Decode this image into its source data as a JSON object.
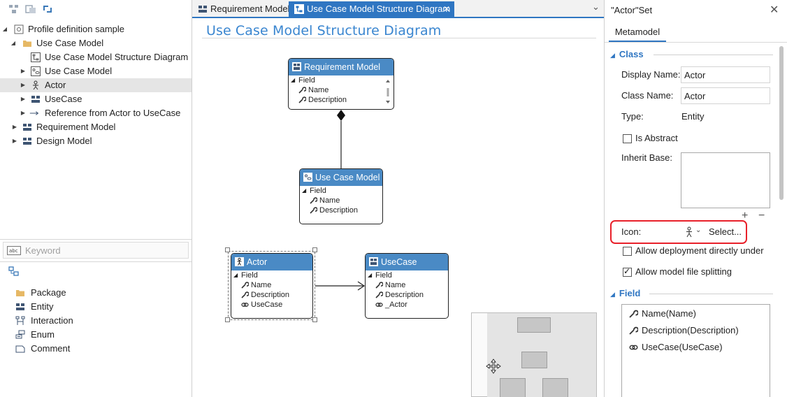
{
  "left_toolbar": {
    "icons": [
      "tree-view-icon",
      "diagram-icon",
      "sync-icon"
    ]
  },
  "model_tree": {
    "items": [
      {
        "label": "Profile definition sample",
        "icon": "profile-icon",
        "expanded": true
      },
      {
        "label": "Use Case Model",
        "icon": "folder-icon",
        "expanded": true
      },
      {
        "label": "Use Case Model Structure Diagram",
        "icon": "diagram-icon"
      },
      {
        "label": "Use Case Model",
        "icon": "usecase-model-icon",
        "expanded": false
      },
      {
        "label": "Actor",
        "icon": "actor-icon",
        "expanded": false,
        "selected": true
      },
      {
        "label": "UseCase",
        "icon": "entity-icon",
        "expanded": false
      },
      {
        "label": "Reference from Actor to UseCase",
        "icon": "reference-arrow-icon",
        "expanded": false
      },
      {
        "label": "Requirement Model",
        "icon": "entity-icon",
        "expanded": false
      },
      {
        "label": "Design Model",
        "icon": "entity-icon",
        "expanded": false
      }
    ]
  },
  "keyword_search": {
    "placeholder": "Keyword"
  },
  "palette": {
    "items": [
      {
        "label": "Package",
        "icon": "package-icon"
      },
      {
        "label": "Entity",
        "icon": "entity-icon"
      },
      {
        "label": "Interaction",
        "icon": "interaction-icon"
      },
      {
        "label": "Enum",
        "icon": "enum-icon"
      },
      {
        "label": "Comment",
        "icon": "comment-icon"
      }
    ]
  },
  "editor": {
    "tabs": [
      {
        "label": "Requirement Model",
        "active": false
      },
      {
        "label": "Use Case Model Structure Diagram",
        "active": true
      }
    ],
    "close_glyph": "✕",
    "dropdown_glyph": "⌄",
    "diagram_title": "Use Case Model Structure Diagram"
  },
  "diagram": {
    "nodes": {
      "requirement_model": {
        "title": "Requirement Model",
        "section": "Field",
        "fields": [
          "Name",
          "Description"
        ]
      },
      "use_case_model": {
        "title": "Use Case Model",
        "section": "Field",
        "fields": [
          "Name",
          "Description"
        ]
      },
      "actor": {
        "title": "Actor",
        "section": "Field",
        "fields": [
          "Name",
          "Description",
          "UseCase"
        ]
      },
      "usecase": {
        "title": "UseCase",
        "section": "Field",
        "fields": [
          "Name",
          "Description",
          "_Actor"
        ]
      }
    }
  },
  "properties": {
    "title": "\"Actor\"Set",
    "tab": "Metamodel",
    "class_section": {
      "header": "Class",
      "display_name_label": "Display Name:",
      "display_name_value": "Actor",
      "class_name_label": "Class Name:",
      "class_name_value": "Actor",
      "type_label": "Type:",
      "type_value": "Entity",
      "is_abstract_label": "Is Abstract",
      "is_abstract": false,
      "inherit_base_label": "Inherit Base:",
      "plus": "+",
      "minus": "−",
      "icon_label": "Icon:",
      "icon_select_label": "Select...",
      "allow_deploy_label": "Allow deployment directly under",
      "allow_deploy": false,
      "allow_split_label": "Allow model file splitting",
      "allow_split": true
    },
    "field_section": {
      "header": "Field",
      "items": [
        "Name(Name)",
        "Description(Description)",
        "UseCase(UseCase)"
      ]
    }
  },
  "colors": {
    "accent": "#2f76c2",
    "node_header": "#4a8ac5",
    "highlight": "#e8202a"
  }
}
